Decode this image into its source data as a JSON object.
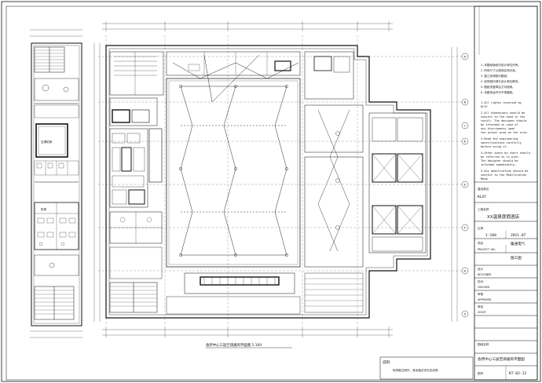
{
  "drawing": {
    "caption": "会所中心三层空调通风平面图 1:100",
    "left_plan_room_1": "空调机房",
    "left_plan_room_2": "机房"
  },
  "notes_box": {
    "label": "说明:",
    "text": "除特殊注明外，其余做法详见总说明"
  },
  "title_block": {
    "notes_cn": [
      "1.本图纸版权归设计单位所有。",
      "2.所有尺寸以现场实测为准。",
      "3.施工前请核对图纸。",
      "4.如有疑问请与设计单位联系。",
      "5.图纸须盖章后方可使用。",
      "6.本图未经许可不得复制。"
    ],
    "notes_en": [
      "1.All rights reserved by",
      "  KLSY",
      "2.All dimensions should be",
      "  subject to the hand in the",
      "  result. The designer should",
      "  be informed in case of",
      "  any discrepancy upon",
      "  the actual area on the site.",
      "3.Read the engineering",
      "  specifications carefully",
      "  before using it.",
      "4.Other specs by chart should",
      "  be referred to in plan.",
      "  The designer should be",
      "  informed immediately.",
      "5.Any modification should be",
      "  subject to the Modification",
      "  Memo."
    ],
    "client_label": "建设单位",
    "client_value": "KLSY",
    "project_label": "工程名称",
    "project_name": "XX温泉度假酒店",
    "scale_label": "比例",
    "scale_value": "1:100",
    "date_value": "2011.07",
    "stage_label": "项目",
    "stage_value": "PROJECT NO.",
    "discipline": "暖通电气",
    "design_stage": "施工图",
    "drawn_label": "设计",
    "drawn_value": "DESIGNER",
    "checked_label": "校对",
    "checked_value": "CHECKER",
    "review_label": "审核",
    "review_value": "APPROVED",
    "approve_label": "审定",
    "approve_value": "CHIEF",
    "sheet_title_label": "图纸名称",
    "sheet_title": "会所中心三层空调通风平面图",
    "sheet_no_label": "图号",
    "sheet_no": "KT-02-12"
  },
  "axes": {
    "right": [
      "A",
      "B",
      "C",
      "D",
      "E",
      "F",
      "G",
      "H"
    ]
  },
  "colors": {
    "line": "#111111",
    "bg": "#ffffff"
  }
}
